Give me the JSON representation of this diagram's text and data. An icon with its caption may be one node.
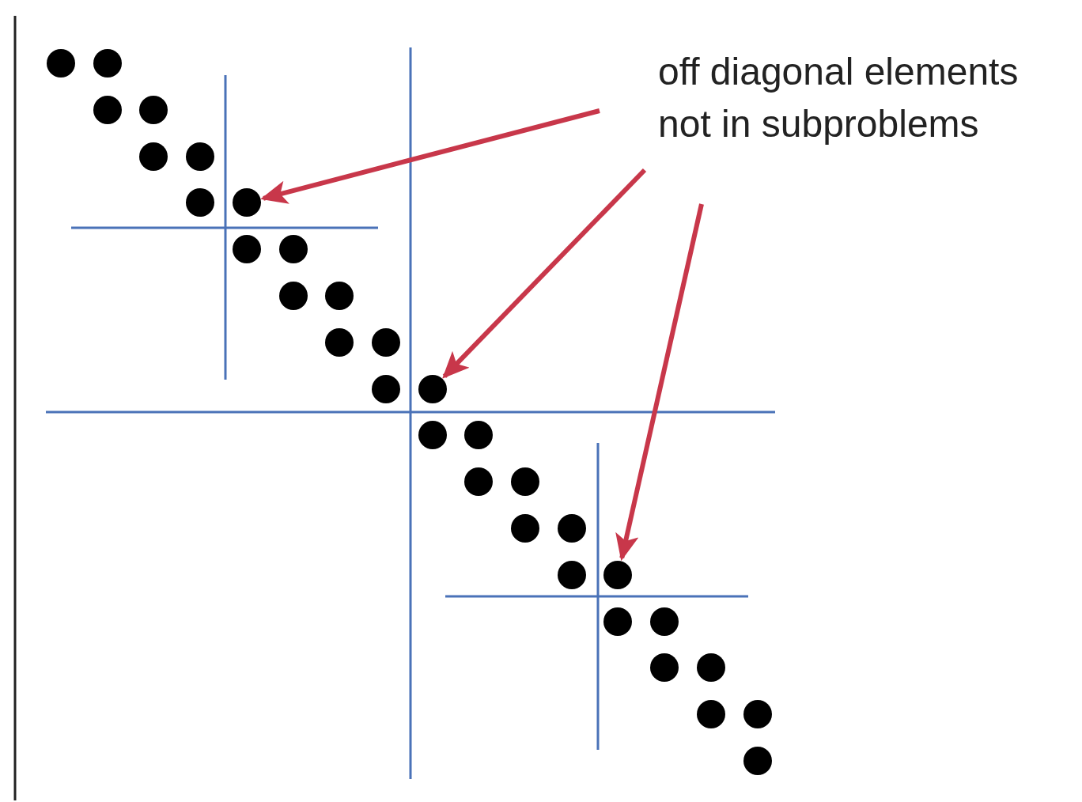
{
  "diagram": {
    "nodes": [
      {
        "text": [
          "off diagonal elements not in subproblems"
        ]
      },
      {
        "text": [],
        "shape": "circle"
      },
      {
        "text": [],
        "shape": "circle"
      },
      {
        "text": [],
        "shape": "circle"
      },
      {
        "text": [],
        "shape": "circle"
      },
      {
        "text": [],
        "shape": "circle"
      },
      {
        "text": [],
        "shape": "circle"
      },
      {
        "text": [],
        "shape": "circle"
      },
      {
        "text": [],
        "shape": "circle"
      },
      {
        "text": [],
        "shape": "circle"
      },
      {
        "text": [],
        "shape": "circle"
      },
      {
        "text": [],
        "shape": "circle"
      },
      {
        "text": [],
        "shape": "circle"
      },
      {
        "text": [],
        "shape": "circle"
      },
      {
        "text": [],
        "shape": "circle"
      },
      {
        "text": [],
        "shape": "circle"
      },
      {
        "text": [],
        "shape": "circle"
      },
      {
        "text": [],
        "shape": "circle"
      },
      {
        "text": [],
        "shape": "circle"
      },
      {
        "text": [],
        "shape": "circle"
      },
      {
        "text": [],
        "shape": "circle"
      },
      {
        "text": [],
        "shape": "circle"
      },
      {
        "text": [],
        "shape": "circle"
      },
      {
        "text": [],
        "shape": "circle"
      },
      {
        "text": [],
        "shape": "circle"
      },
      {
        "text": [],
        "shape": "circle"
      },
      {
        "text": [],
        "shape": "circle"
      },
      {
        "text": [],
        "shape": "circle"
      },
      {
        "text": [],
        "shape": "circle"
      },
      {
        "text": [],
        "shape": "circle"
      },
      {
        "text": [],
        "shape": "circle"
      },
      {
        "text": [],
        "shape": "circle"
      }
    ],
    "edges": [
      {
        "from": 0,
        "to": 8,
        "arrow": "to"
      },
      {
        "from": 0,
        "to": 16,
        "arrow": "to"
      },
      {
        "from": 0,
        "to": 24,
        "arrow": "to"
      }
    ]
  }
}
